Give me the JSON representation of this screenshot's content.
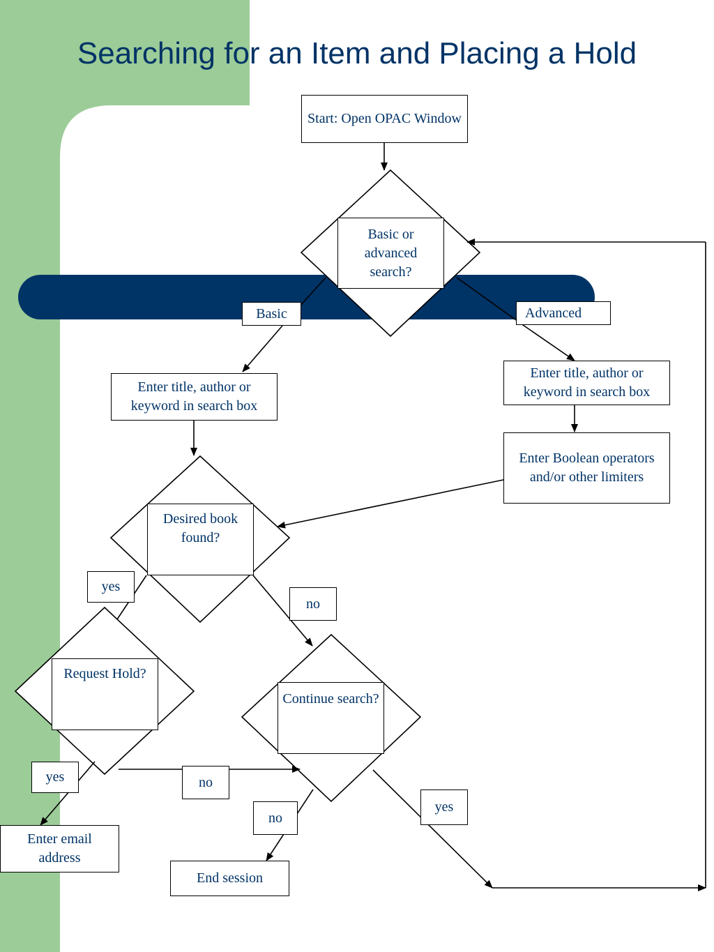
{
  "title": "Searching for an Item and Placing a Hold",
  "colors": {
    "green": "#9ccc98",
    "navy": "#003366",
    "text": "#003366",
    "line": "#000000"
  },
  "nodes": {
    "start": "Start: Open OPAC Window",
    "basic_or_advanced": "Basic or advanced search?",
    "basic_search_box": "Enter title, author or keyword in search box",
    "advanced_search_box": "Enter title, author or keyword in search box",
    "boolean_limiters": "Enter Boolean operators and/or other limiters",
    "desired_book": "Desired book found?",
    "request_hold": "Request Hold?",
    "continue_search": "Continue search?",
    "enter_email": "Enter email address",
    "end_session": "End session"
  },
  "edge_labels": {
    "basic": "Basic",
    "advanced": "Advanced",
    "found_yes": "yes",
    "found_no": "no",
    "hold_yes": "yes",
    "hold_no": "no",
    "continue_no": "no",
    "continue_yes": "yes"
  }
}
